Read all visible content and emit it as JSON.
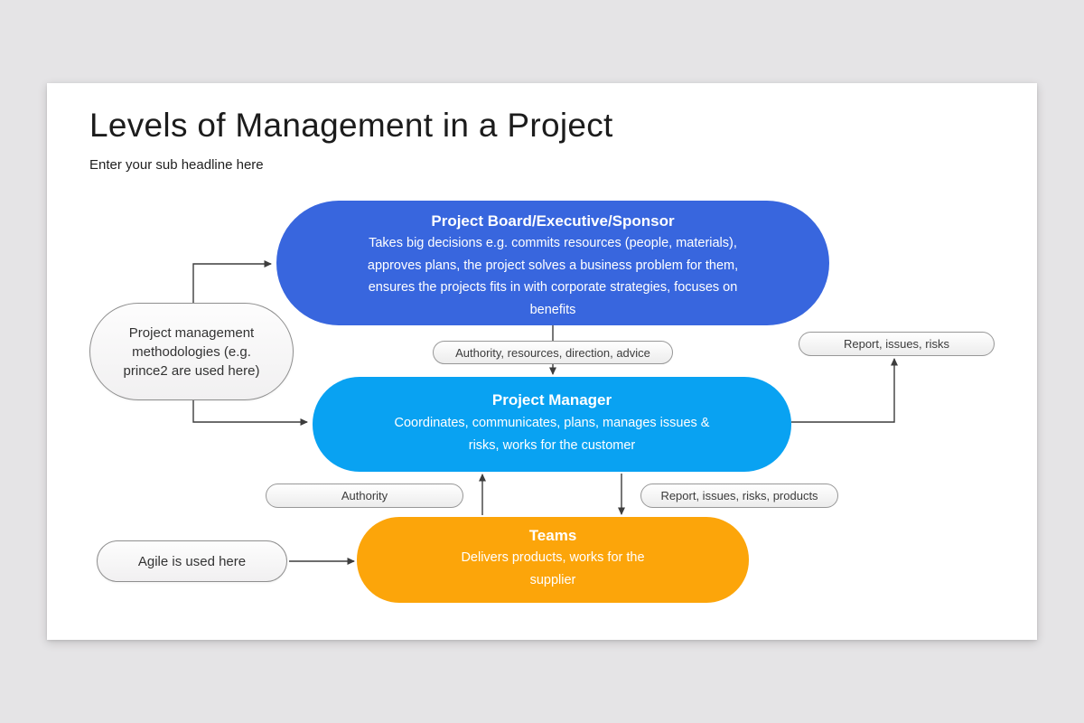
{
  "page": {
    "title": "Levels of Management in a Project",
    "subtitle": "Enter your sub headline here"
  },
  "colors": {
    "board_blue": "#3866de",
    "manager_blue": "#09a2f2",
    "teams_orange": "#fca50a",
    "canvas_background": "#e5e4e6",
    "card_background": "#ffffff",
    "arrow_stroke": "#3d3d3d"
  },
  "diagram": {
    "nodes": {
      "board": {
        "title": "Project Board/Executive/Sponsor",
        "body": "Takes big decisions e.g. commits resources (people, materials), approves plans, the project solves a business problem for them, ensures the projects fits in with corporate strategies, focuses on benefits"
      },
      "manager": {
        "title": "Project Manager",
        "body": "Coordinates, communicates, plans, manages issues & risks, works for the customer"
      },
      "teams": {
        "title": "Teams",
        "body": "Delivers products, works for the supplier"
      }
    },
    "notes": {
      "methodologies": "Project management methodologies (e.g. prince2 are used here)",
      "agile": "Agile is used here"
    },
    "labels": {
      "authority_resources": "Authority, resources, direction, advice",
      "report_issues_risks": "Report, issues, risks",
      "authority": "Authority",
      "report_issues_risks_products": "Report, issues, risks, products"
    }
  }
}
